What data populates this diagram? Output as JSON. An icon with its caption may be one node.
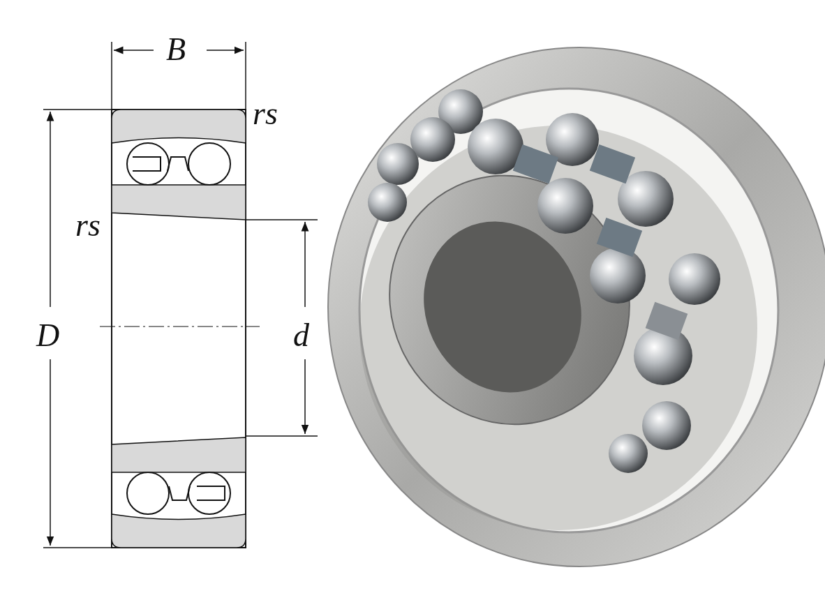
{
  "diagram": {
    "labels": [
      "B",
      "rs",
      "rs",
      "D",
      "d"
    ]
  }
}
